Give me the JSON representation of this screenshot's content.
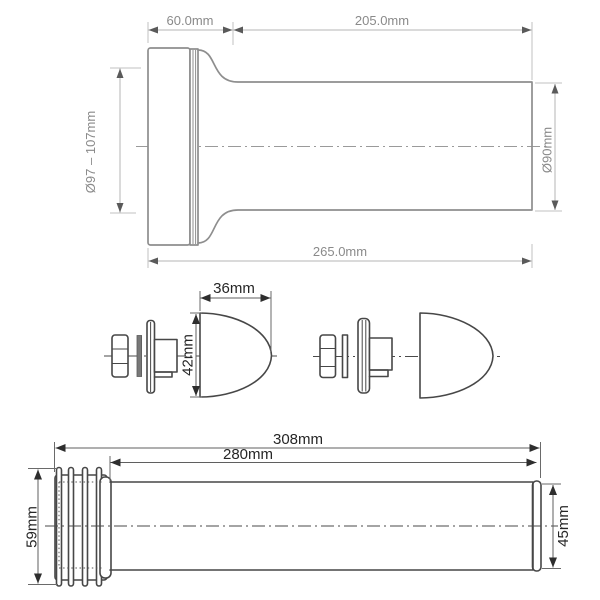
{
  "drawing": {
    "kind": "plumbing pan connector technical drawing",
    "background": "#ffffff",
    "colors": {
      "outline_light": "#8e8e8e",
      "outline_dark": "#474747",
      "dim_line_light": "#b6b6b6",
      "dim_line_dark": "#5f5f5f",
      "label_light": "#8a8a8a",
      "label_dark": "#262626",
      "arrow_light": "#5a5a5a",
      "arrow_dark": "#2e2e2e",
      "washer_fill": "#787878"
    },
    "views": {
      "top": {
        "name": "pan connector side view",
        "dims": {
          "flange_length": "60.0mm",
          "pipe_length": "205.0mm",
          "overall_length": "265.0mm",
          "inlet_diameter": "Ø97 – 107mm",
          "outlet_diameter": "Ø90mm"
        }
      },
      "middle": {
        "name": "fixing bolt kits with dome caps",
        "dims": {
          "cap_depth": "36mm",
          "cap_height": "42mm"
        }
      },
      "bottom": {
        "name": "extension pipe side view",
        "dims": {
          "overall_length": "308mm",
          "pipe_length": "280mm",
          "connector_diameter": "59mm",
          "pipe_diameter": "45mm"
        }
      }
    }
  }
}
